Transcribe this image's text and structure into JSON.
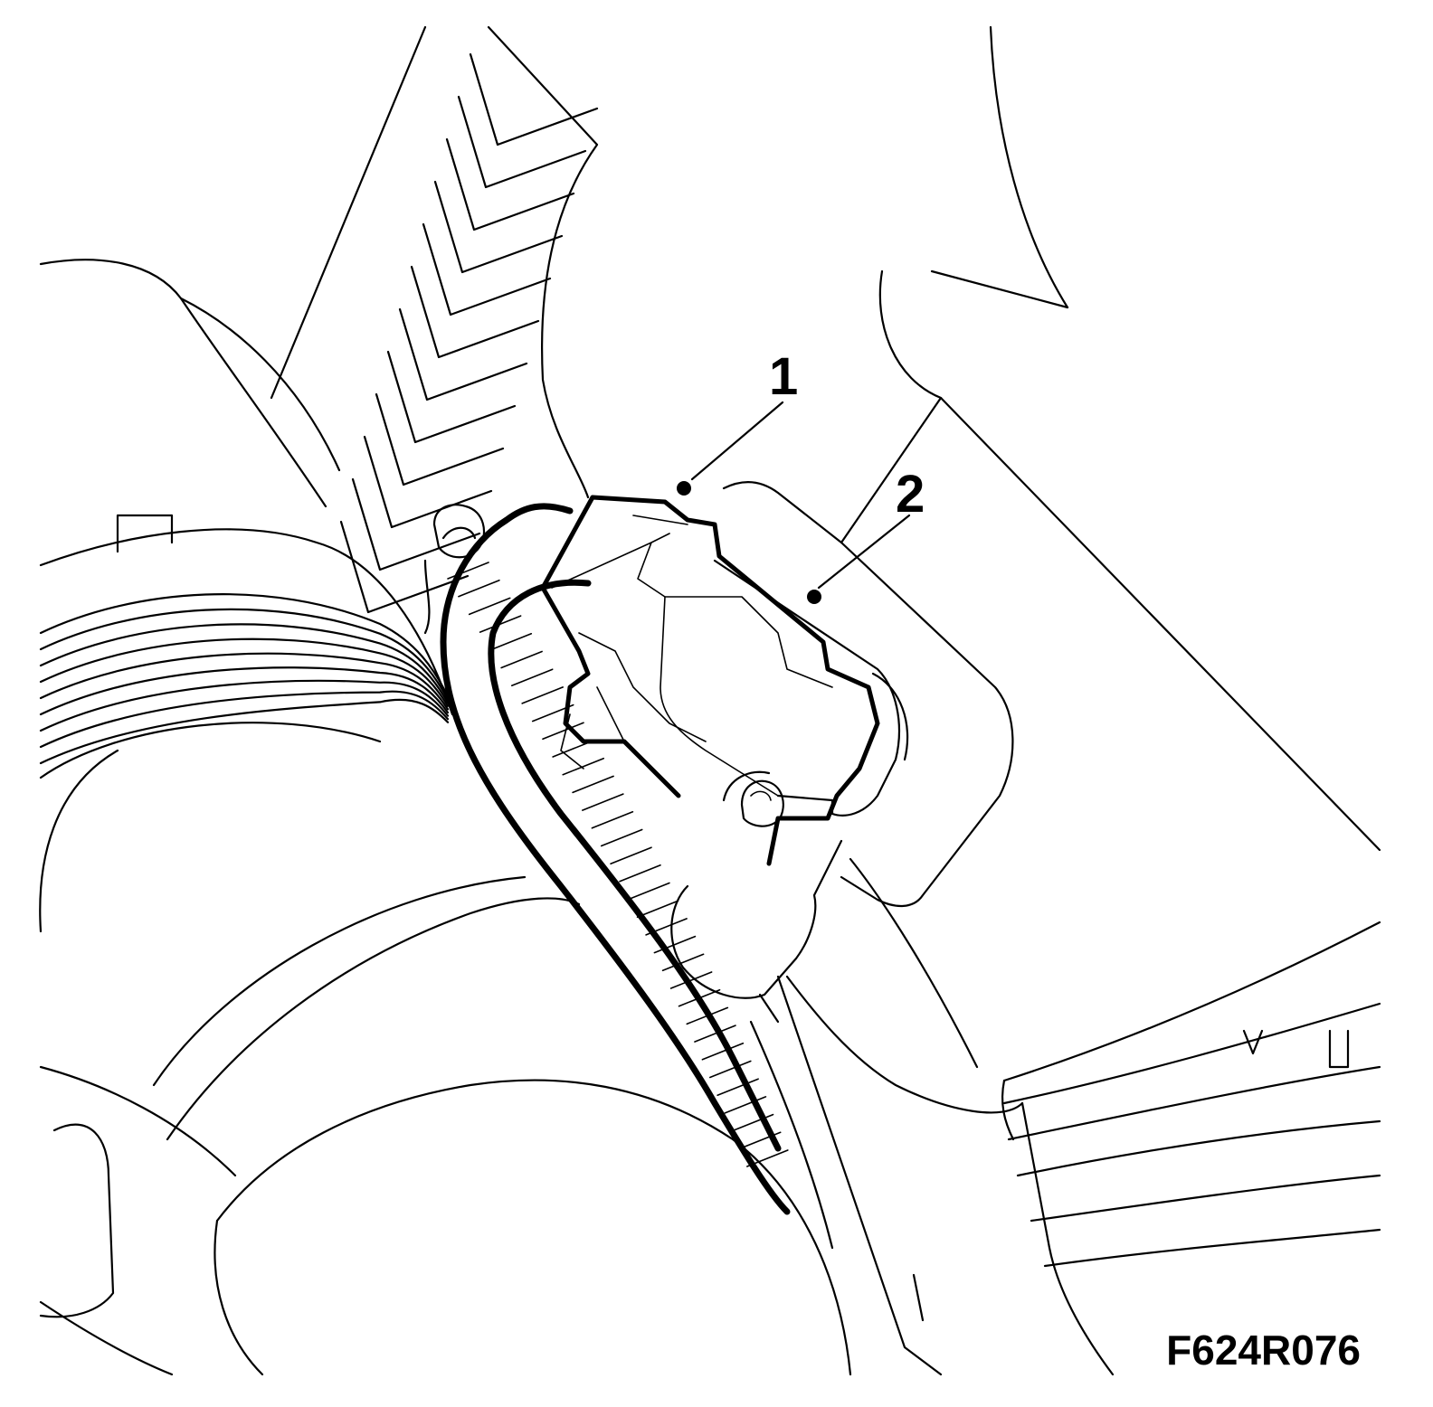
{
  "figure": {
    "id": "F624R076"
  },
  "callouts": [
    {
      "label": "1"
    },
    {
      "label": "2"
    }
  ],
  "colors": {
    "line": "#000000",
    "background": "#ffffff"
  }
}
